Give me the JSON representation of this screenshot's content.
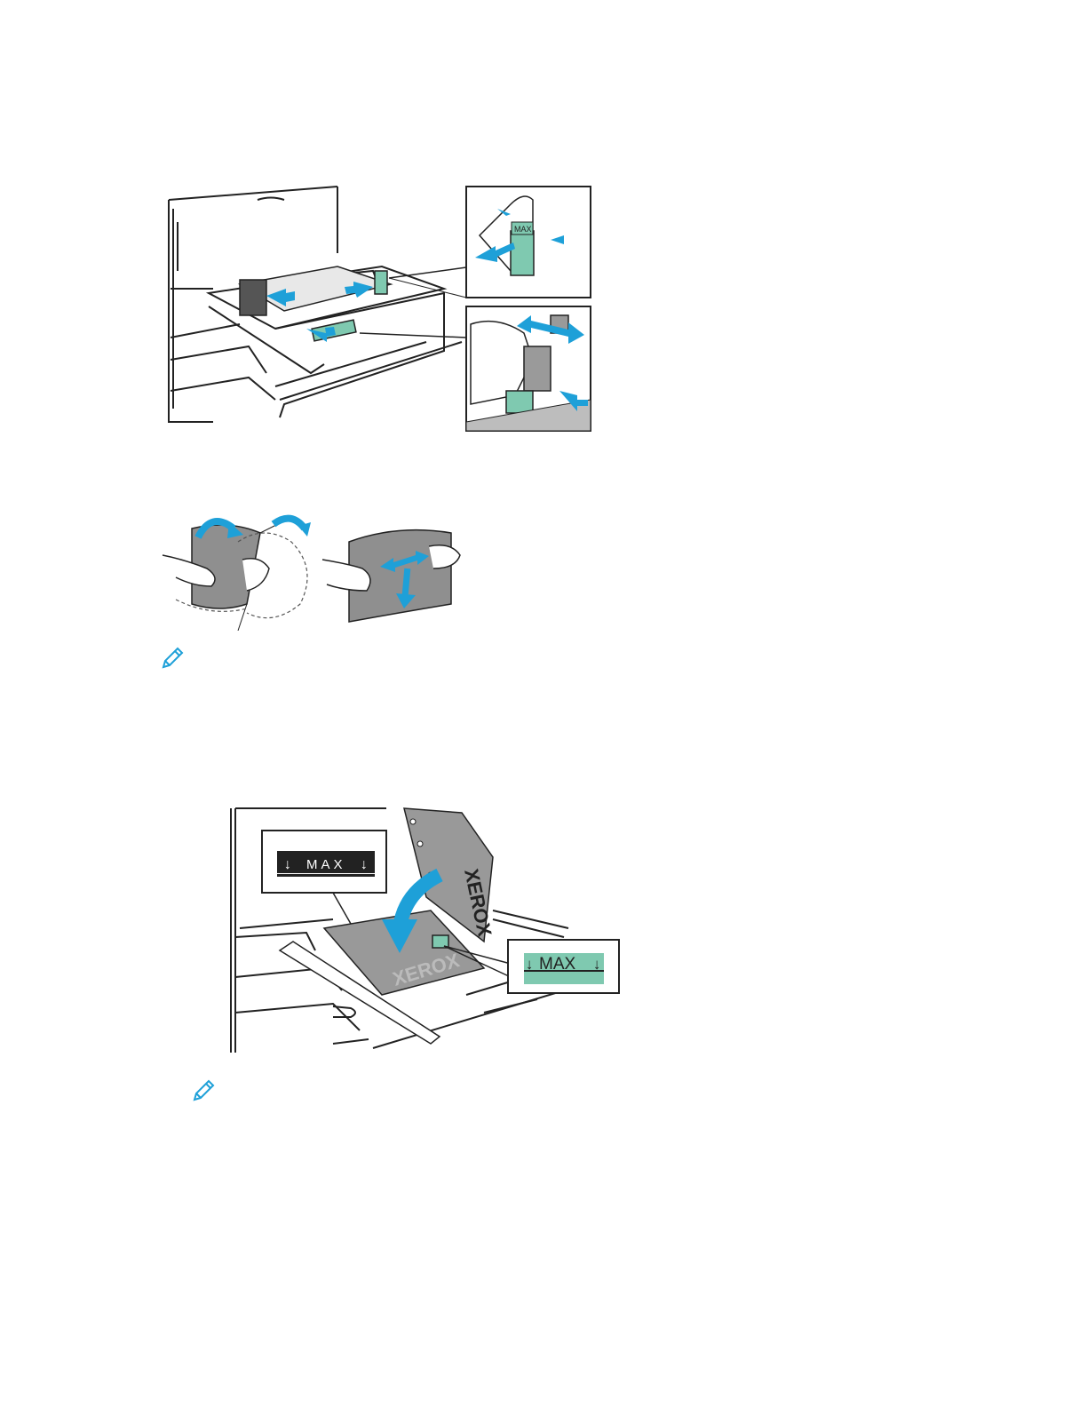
{
  "page": {
    "background": "#ffffff"
  },
  "colors": {
    "accent": "#1ea0d8",
    "guide_green": "#7fc9b0",
    "line": "#222222",
    "paper_gray": "#8f8f8f"
  },
  "figures": {
    "tray_guides": {
      "icon": "tray-guide-adjust-illustration",
      "inset_top": {
        "label": "MAX"
      },
      "inset_bottom": {
        "label": ""
      }
    },
    "fan_paper": {
      "icon": "fan-paper-illustration"
    },
    "load_paper": {
      "icon": "load-paper-illustration",
      "callout_left": {
        "label": "MAX"
      },
      "callout_right": {
        "label": "MAX"
      },
      "paper_brand": "XEROX"
    }
  },
  "notes": [
    {
      "icon": "pencil-note-icon"
    },
    {
      "icon": "pencil-note-icon"
    }
  ]
}
